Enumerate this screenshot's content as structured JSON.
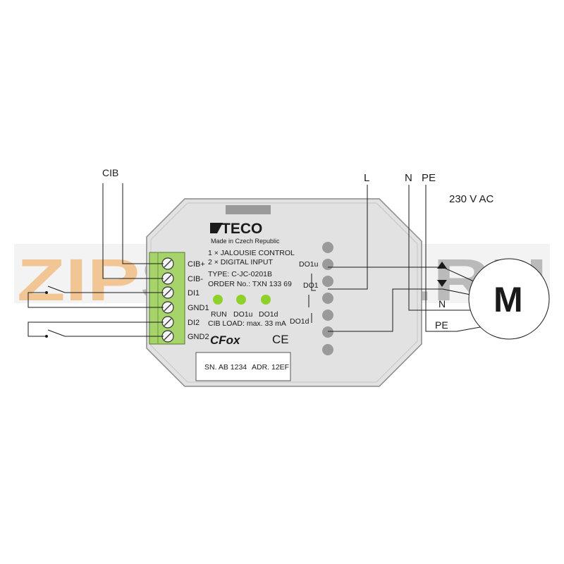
{
  "watermark": {
    "text_a": "ZIP",
    "text_b": "STORE.RU",
    "color_a": "#f2a04a",
    "color_b": "#8c8c8c"
  },
  "cib_label": "CIB",
  "supply": {
    "l": "L",
    "n": "N",
    "pe": "PE",
    "voltage": "230 V AC"
  },
  "brand": {
    "name": "TECO",
    "tagline": "Made in Czech Republic"
  },
  "info_lines": {
    "line1": "1 × JALOUSIE CONTROL",
    "line2": "2 × DIGITAL INPUT",
    "line3": "TYPE: C-JC-0201B",
    "line4": "ORDER No.: TXN 133 69",
    "line5": "CIB LOAD: max. 33 mA"
  },
  "terminals": {
    "t1": "CIB+",
    "t2": "CIB-",
    "t3": "DI1",
    "t4": "GND1",
    "t5": "DI2",
    "t6": "GND2"
  },
  "leds": {
    "run": "RUN",
    "do1u": "DO1u",
    "do1d": "DO1d",
    "led_color": "#8ed12a"
  },
  "outputs": {
    "do1u": "DO1u",
    "do1": "DO1",
    "do1d": "DO1d"
  },
  "logos": {
    "cfox": "CFox",
    "ce": "CE"
  },
  "label_plate": {
    "sn": "SN. AB 1234",
    "adr": "ADR. 12EF"
  },
  "motor": {
    "letter": "M",
    "n": "N",
    "pe": "PE"
  },
  "colors": {
    "terminal_block": "#a6d46a",
    "housing": "#e2e2e2",
    "housing_border": "#8a8a8a"
  }
}
